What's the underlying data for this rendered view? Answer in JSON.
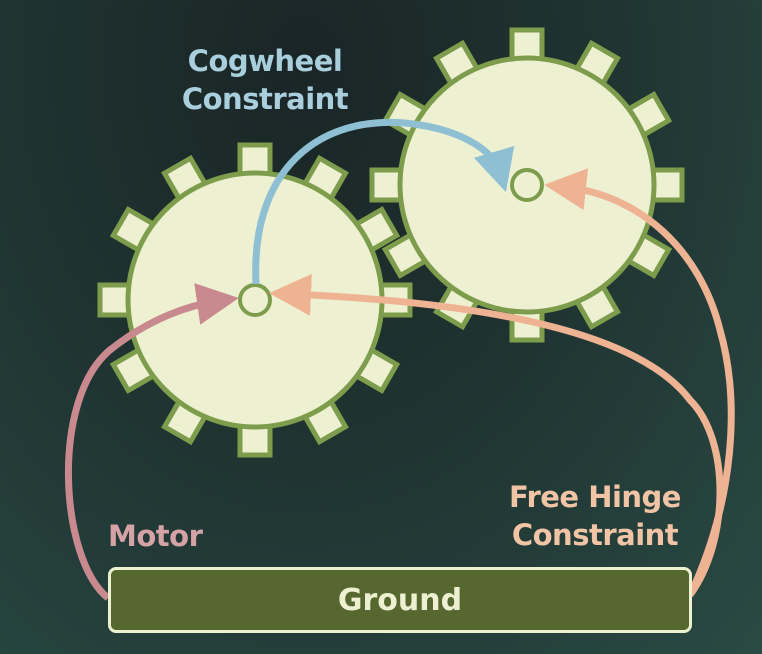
{
  "labels": {
    "cogwheel_line1": "Cogwheel",
    "cogwheel_line2": "Constraint",
    "motor": "Motor",
    "free_hinge_line1": "Free Hinge",
    "free_hinge_line2": "Constraint",
    "ground": "Ground"
  },
  "colors": {
    "gear_fill": "#eef0d2",
    "gear_stroke": "#7d9d4c",
    "cogwheel_arrow": "#8fbfd3",
    "motor_arrow": "#c98a8f",
    "hinge_arrow": "#eeb393",
    "ground_fill": "#56672f"
  },
  "gears": [
    {
      "name": "left-gear",
      "teeth": 12
    },
    {
      "name": "right-gear",
      "teeth": 12
    }
  ]
}
